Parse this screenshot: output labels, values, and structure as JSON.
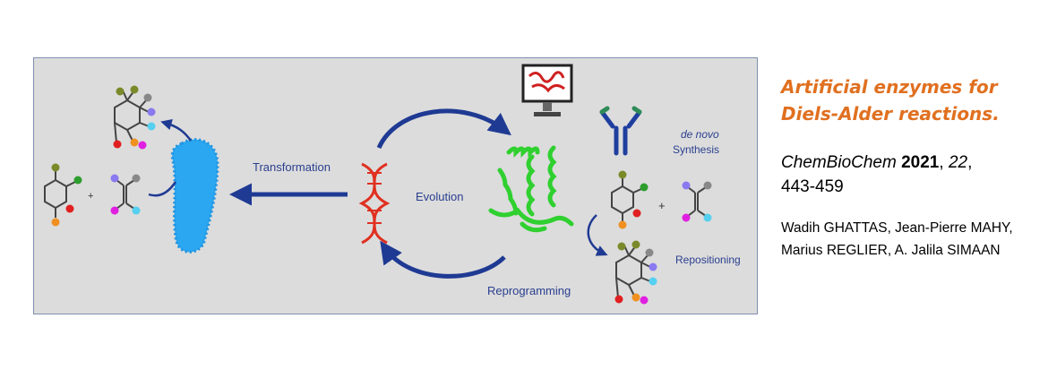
{
  "figure": {
    "labels": {
      "transformation": "Transformation",
      "evolution": "Evolution",
      "reprogramming": "Reprogramming",
      "de_novo": "de novo",
      "synthesis": "Synthesis",
      "repositioning": "Repositioning",
      "plus": "+"
    },
    "colors": {
      "arrow": "#1f3a93",
      "bacterium": "#2aa7f0",
      "dna": "#e03020",
      "protein": "#2fd02f",
      "antibody_blue": "#1f3f9f",
      "antibody_green": "#2e8b57",
      "sub_olive": "#7a8a2a",
      "sub_gray": "#888888",
      "sub_purple": "#8a7af0",
      "sub_cyan": "#55d0f0",
      "sub_red": "#e02020",
      "sub_orange": "#f09020",
      "sub_green": "#2e9e2e",
      "sub_magenta": "#e020e0"
    },
    "icons": [
      "monitor-icon",
      "antibody-icon",
      "dna-icon",
      "bacterium-icon",
      "protein-icon"
    ]
  },
  "citation": {
    "title_line1": "Artificial enzymes for",
    "title_line2": "Diels-Alder  reactions.",
    "journal": "ChemBioChem",
    "year": "2021",
    "comma1": ", ",
    "volume": "22",
    "comma2": ",",
    "pages": "443-459",
    "authors": "Wadih GHATTAS, Jean-Pierre MAHY,  Marius REGLIER, A. Jalila SIMAAN"
  }
}
